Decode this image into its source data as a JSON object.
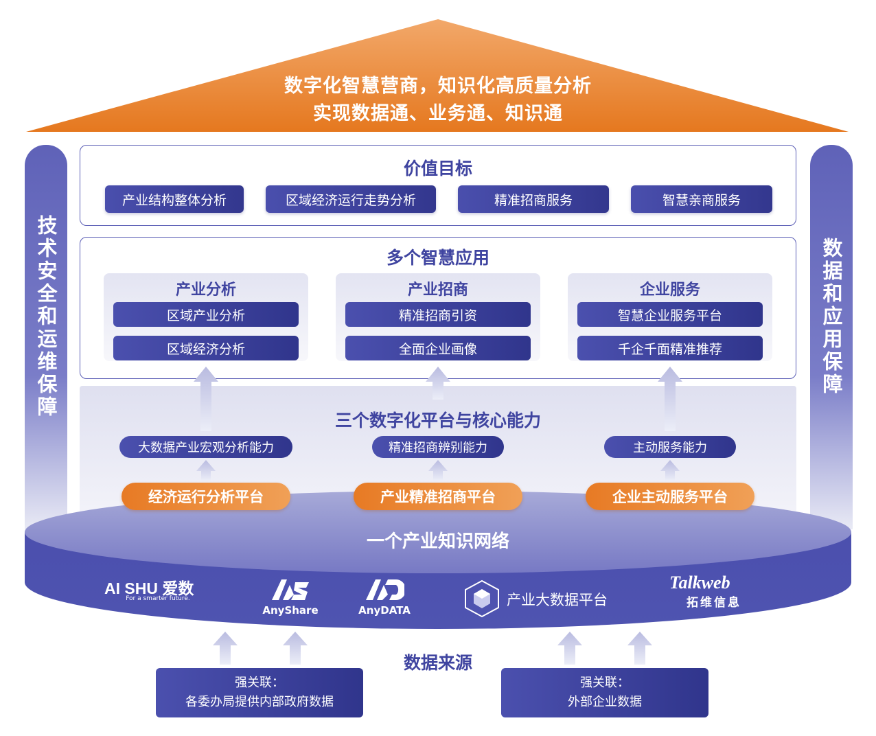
{
  "colors": {
    "orange": "#e77a24",
    "navy": "#3f44a0",
    "pill": "#33378e",
    "platform": "#5a5db5"
  },
  "roof": {
    "line1": "数字化智慧营商，知识化高质量分析",
    "line2": "实现数据通、业务通、知识通"
  },
  "pillars": {
    "left": "技术安全和运维保障",
    "right": "数据和应用保障"
  },
  "value_goals": {
    "title": "价值目标",
    "items": [
      "产业结构整体分析",
      "区域经济运行走势分析",
      "精准招商服务",
      "智慧亲商服务"
    ]
  },
  "applications": {
    "title": "多个智慧应用",
    "columns": [
      {
        "title": "产业分析",
        "items": [
          "区域产业分析",
          "区域经济分析"
        ]
      },
      {
        "title": "产业招商",
        "items": [
          "精准招商引资",
          "全面企业画像"
        ]
      },
      {
        "title": "企业服务",
        "items": [
          "智慧企业服务平台",
          "千企千面精准推荐"
        ]
      }
    ]
  },
  "platforms": {
    "title": "三个数字化平台与核心能力",
    "capabilities": [
      "大数据产业宏观分析能力",
      "精准招商辨别能力",
      "主动服务能力"
    ],
    "platforms": [
      "经济运行分析平台",
      "产业精准招商平台",
      "企业主动服务平台"
    ]
  },
  "knowledge_network": {
    "title": "一个产业知识网络",
    "logos": {
      "aishu_main": "AI SHU 爱数",
      "aishu_tagline": "For a smarter future.",
      "anyshare": "AnyShare",
      "anydata": "AnyDATA",
      "bigdata": "产业大数据平台",
      "talkweb": "Talkweb",
      "talkweb_cn": "拓维信息"
    }
  },
  "data_source": {
    "title": "数据来源",
    "boxes": [
      {
        "line1": "强关联：",
        "line2": "各委办局提供内部政府数据"
      },
      {
        "line1": "强关联：",
        "line2": "外部企业数据"
      }
    ]
  }
}
